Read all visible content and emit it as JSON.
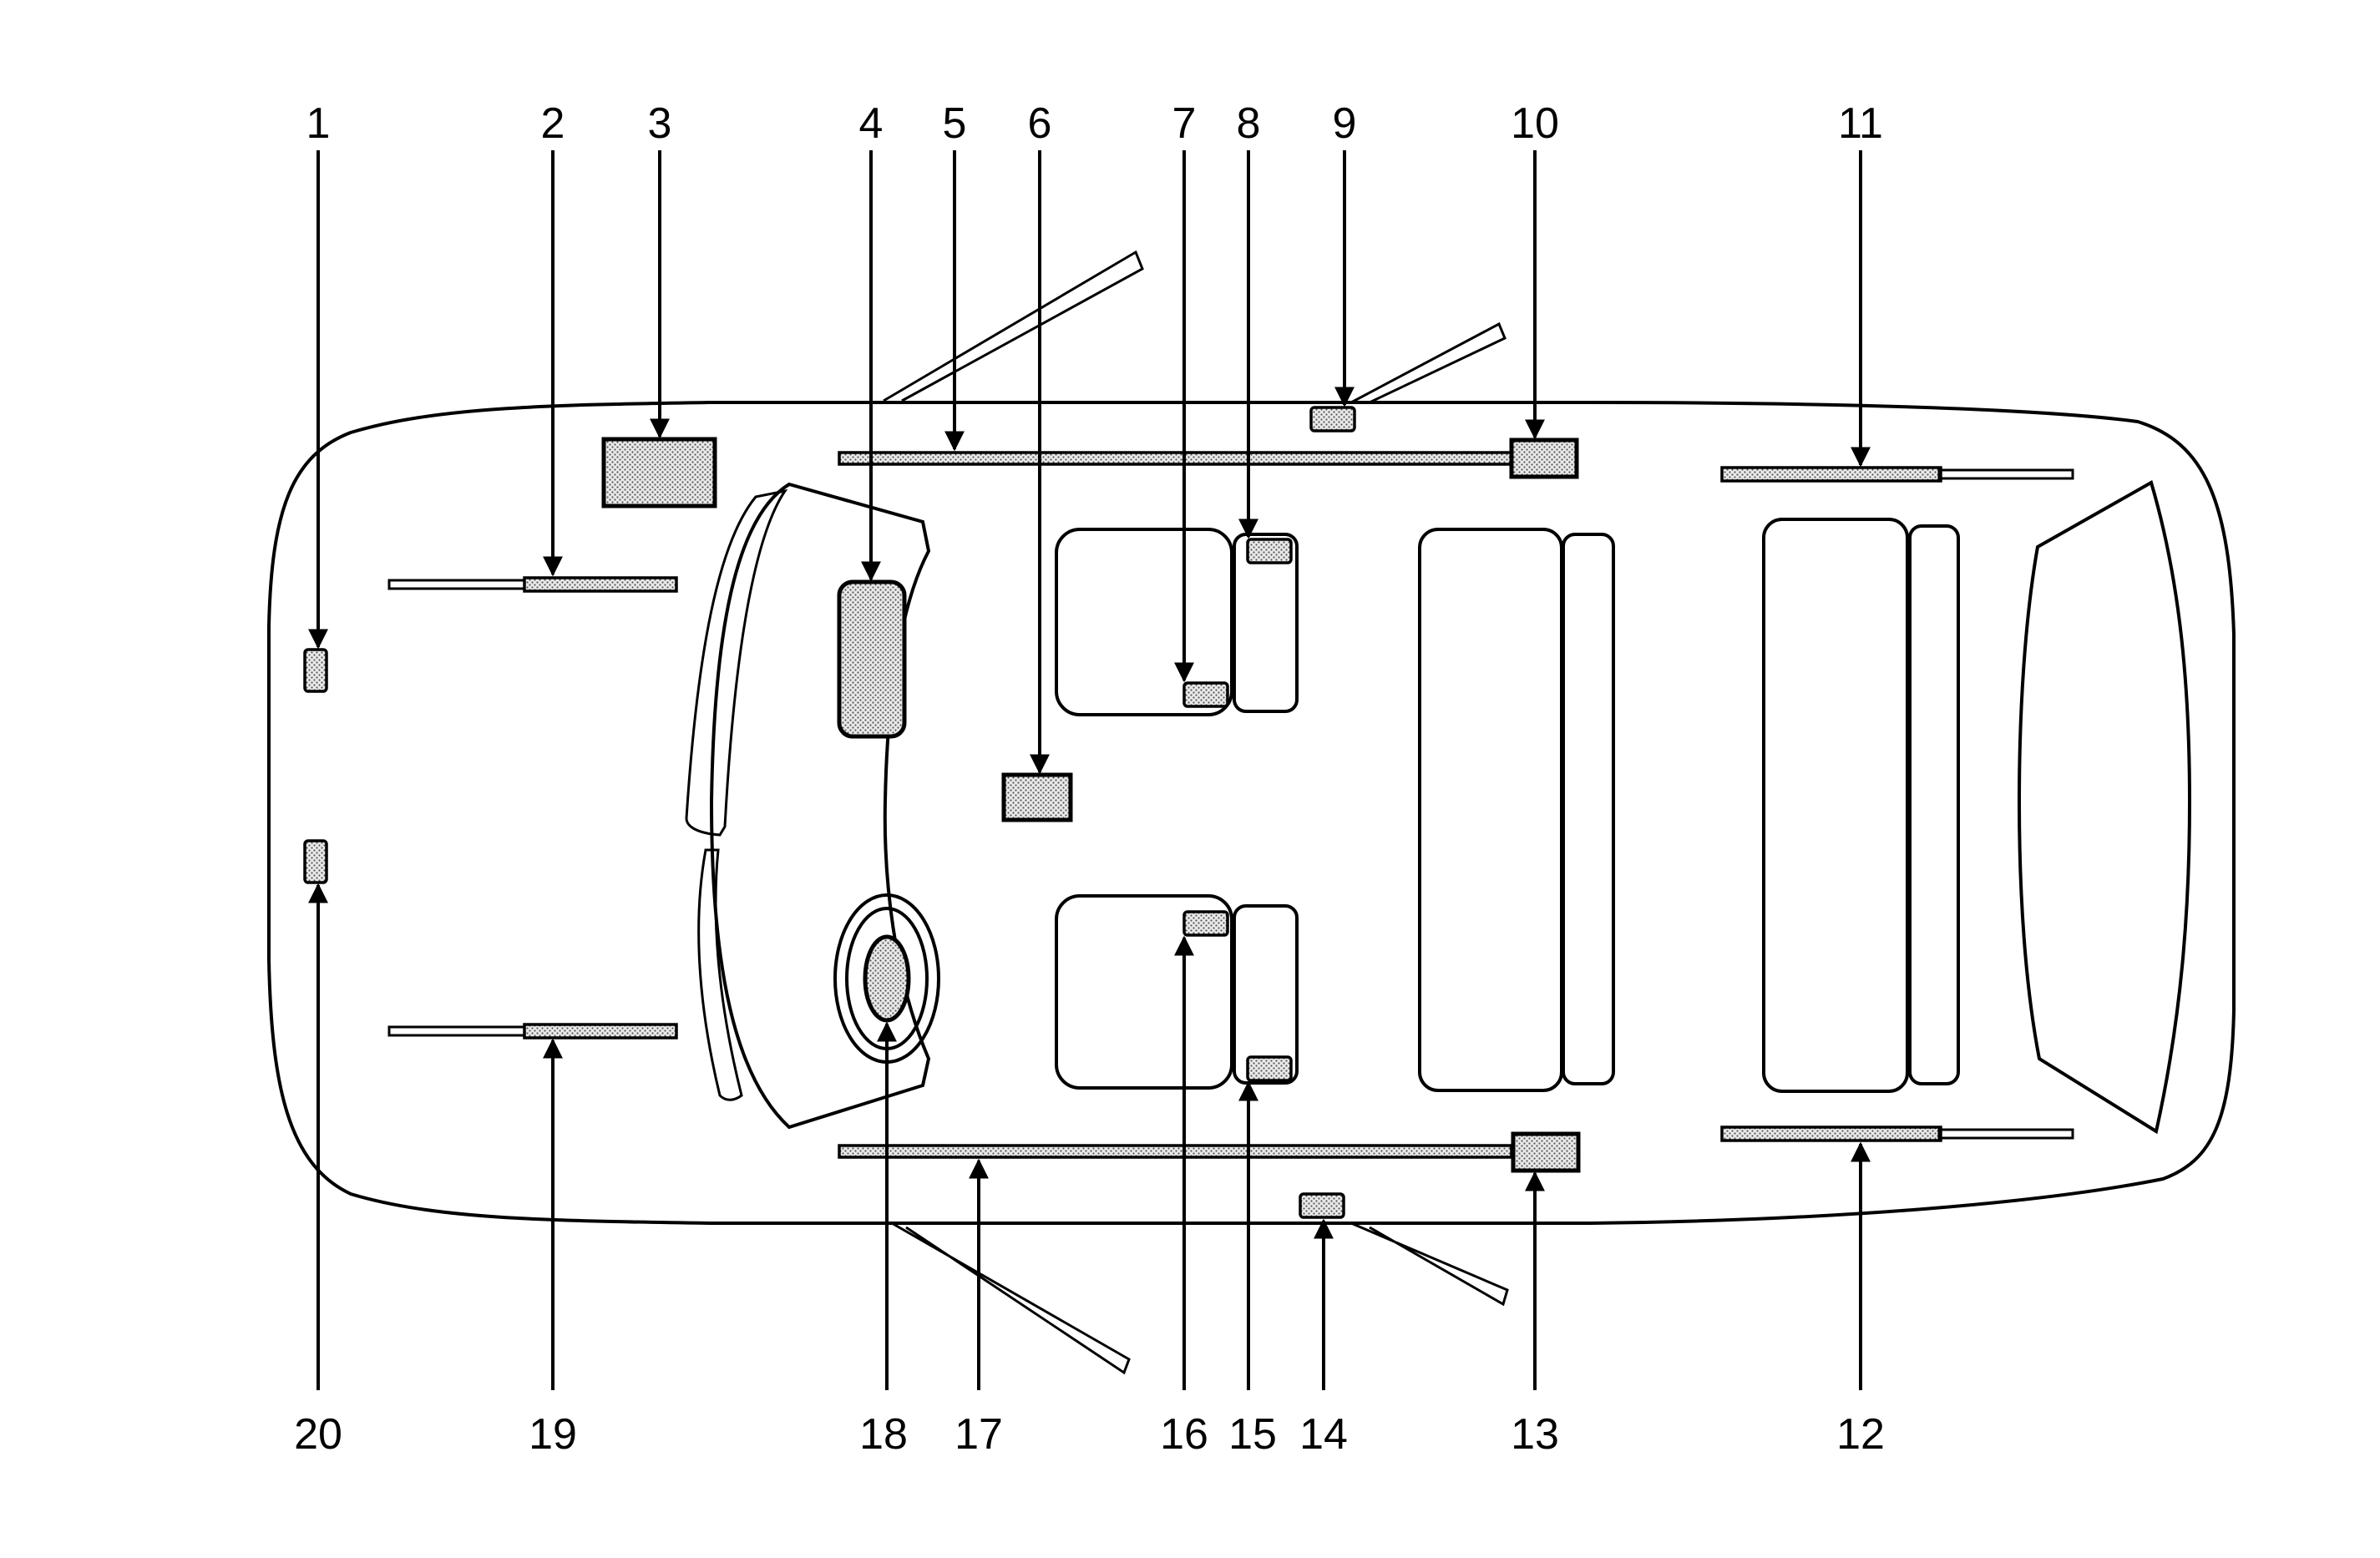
{
  "callouts": [
    {
      "id": "1",
      "label": "1"
    },
    {
      "id": "2",
      "label": "2"
    },
    {
      "id": "3",
      "label": "3"
    },
    {
      "id": "4",
      "label": "4"
    },
    {
      "id": "5",
      "label": "5"
    },
    {
      "id": "6",
      "label": "6"
    },
    {
      "id": "7",
      "label": "7"
    },
    {
      "id": "8",
      "label": "8"
    },
    {
      "id": "9",
      "label": "9"
    },
    {
      "id": "10",
      "label": "10"
    },
    {
      "id": "11",
      "label": "11"
    },
    {
      "id": "12",
      "label": "12"
    },
    {
      "id": "13",
      "label": "13"
    },
    {
      "id": "14",
      "label": "14"
    },
    {
      "id": "15",
      "label": "15"
    },
    {
      "id": "16",
      "label": "16"
    },
    {
      "id": "17",
      "label": "17"
    },
    {
      "id": "18",
      "label": "18"
    },
    {
      "id": "19",
      "label": "19"
    },
    {
      "id": "20",
      "label": "20"
    }
  ],
  "colors": {
    "line": "#000000",
    "fill_dots": "#555555",
    "background": "#ffffff"
  }
}
